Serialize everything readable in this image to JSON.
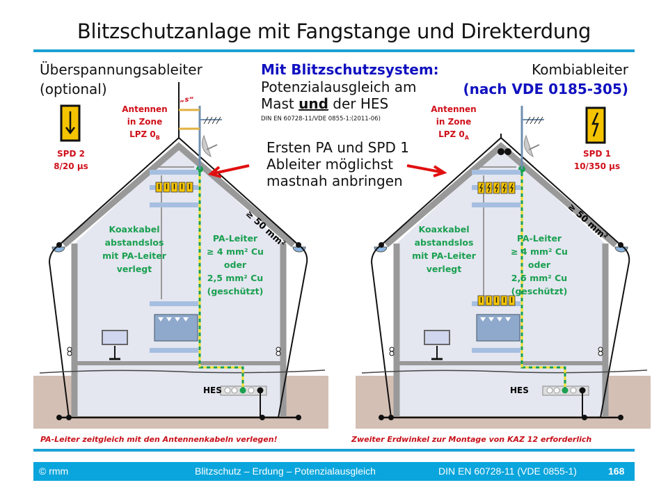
{
  "title": "Blitzschutzanlage mit Fangstange und Direkterdung",
  "left_header": {
    "line1": "Überspannungsableiter",
    "line2": "(optional)"
  },
  "center_header": {
    "heading": "Mit Blitzschutzsystem:",
    "line1": "Potenzialausgleich am",
    "line2_a": "Mast ",
    "line2_b": "und",
    "line2_c": " der HES",
    "standard": "DIN EN 60728-11/VDE 0855-1:(2011-06)"
  },
  "callout": {
    "line1": "Ersten PA und SPD 1",
    "line2": "Ableiter möglichst",
    "line3": "mastnah anbringen"
  },
  "right_header": {
    "line1": "Kombiableiter",
    "line2": "(nach VDE 0185-305)"
  },
  "left_house": {
    "spd_label": "SPD 2",
    "spd_rating": "8/20 µs",
    "zone": [
      "Antennen",
      "in Zone",
      "LPZ 0"
    ],
    "zone_sub": "B",
    "separation": "„s“",
    "roof_conductor": "≥ 50 mm²",
    "coax": [
      "Koaxkabel",
      "abstandslos",
      "mit PA-Leiter",
      "verlegt"
    ],
    "pa": [
      "PA-Leiter",
      "≥ 4 mm² Cu",
      "oder",
      "2,5 mm² Cu",
      "(geschützt)"
    ],
    "hes": "HES",
    "note": "PA-Leiter zeitgleich mit den Antennenkabeln verlegen!"
  },
  "right_house": {
    "spd_label": "SPD 1",
    "spd_rating": "10/350 µs",
    "zone": [
      "Antennen",
      "in  Zone",
      "LPZ 0"
    ],
    "zone_sub": "A",
    "roof_conductor": "≥ 50 mm²",
    "coax": [
      "Koaxkabel",
      "abstandslos",
      "mit PA-Leiter",
      "verlegt"
    ],
    "pa": [
      "PA-Leiter",
      "≥ 4 mm² Cu",
      "oder",
      "2,5 mm² Cu",
      "(geschützt)"
    ],
    "hes": "HES",
    "note": "Zweiter Erdwinkel zur Montage von KAZ 12 erforderlich"
  },
  "footer": {
    "copyright": "© rmm",
    "topic": "Blitzschutz – Erdung – Potenzialausgleich",
    "standard": "DIN EN 60728-11 (VDE 0855-1)",
    "page": "168"
  },
  "colors": {
    "accent": "#1ba1d4",
    "footer": "#0aa5dc",
    "pa_green": "#1aa050",
    "warning_red": "#d0101a",
    "spd_yellow": "#f5c400",
    "ground": "#d4bfb4"
  }
}
